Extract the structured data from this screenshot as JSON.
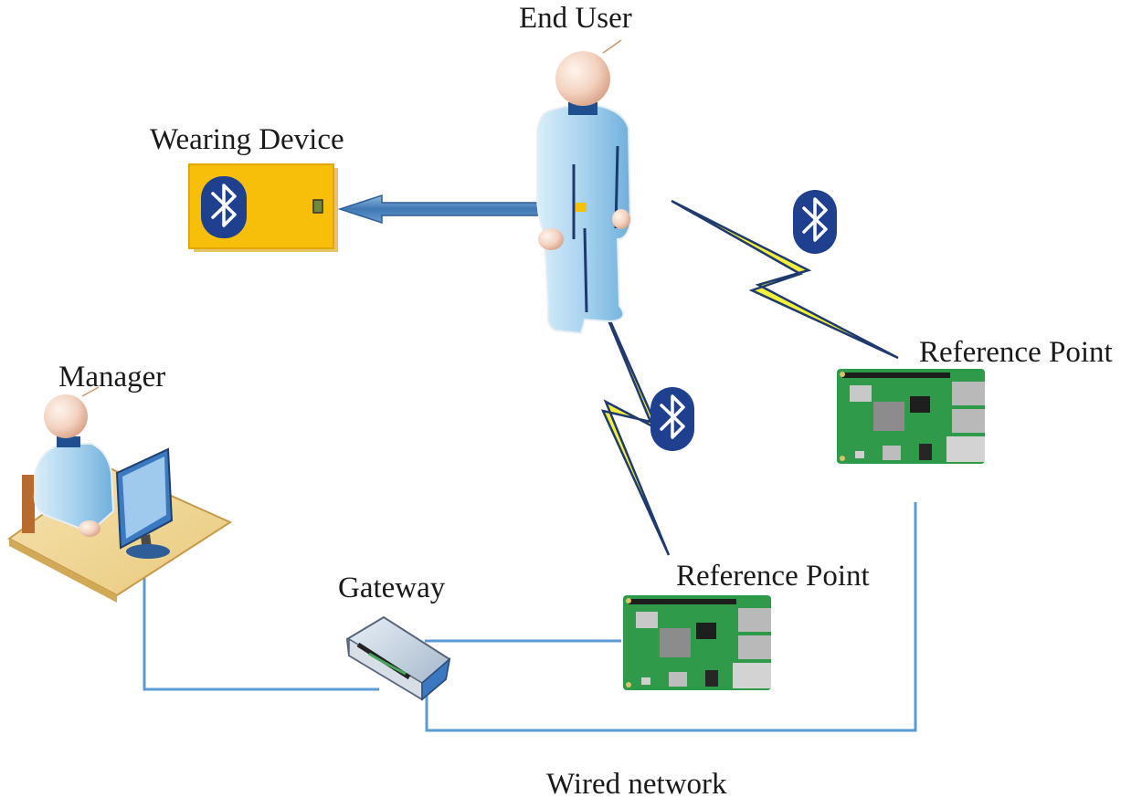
{
  "labels": {
    "end_user": "End User",
    "wearing_device": "Wearing Device",
    "manager": "Manager",
    "gateway": "Gateway",
    "reference_point_right": "Reference Point",
    "reference_point_middle": "Reference Point",
    "wired_network": "Wired network"
  },
  "colors": {
    "wired_link": "#5b9bd5",
    "wireless_bolt": "#f5f03c",
    "bolt_outline": "#1f3a6e",
    "bluetooth_badge": "#1f3f8f",
    "wearing_device": "#f8bf0a",
    "person_body": "#a9d4ee",
    "pcb_green": "#2f9a4a"
  },
  "icons": [
    "bluetooth-icon",
    "person-icon",
    "raspberry-pi-board-icon",
    "gateway-router-icon",
    "computer-monitor-icon",
    "desk-icon",
    "arrow-icon",
    "lightning-bolt-icon"
  ]
}
